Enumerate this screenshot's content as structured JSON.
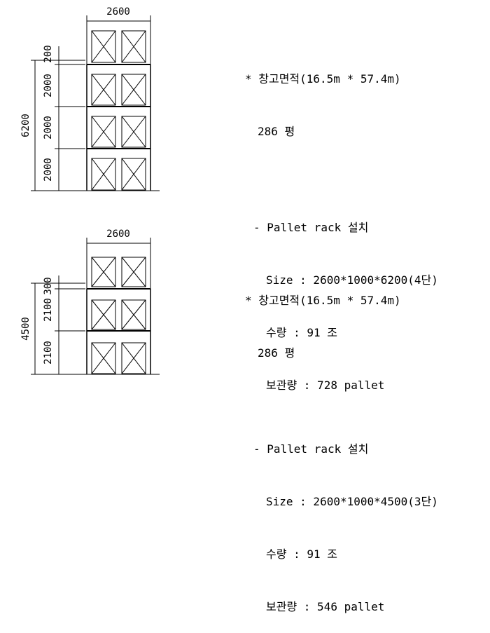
{
  "racks": [
    {
      "width_label": "2600",
      "total_label": "6200",
      "levels": [
        "200",
        "2000",
        "2000",
        "2000"
      ],
      "spec": {
        "area": "* 창고면적(16.5m * 57.4m)",
        "area_pyeong": "286 평",
        "title": "- Pallet rack 설치",
        "size": "Size : 2600*1000*6200(4단)",
        "qty": "수량 : 91 조",
        "storage": "보관량 : 728 pallet"
      }
    },
    {
      "width_label": "2600",
      "total_label": "4500",
      "levels": [
        "300",
        "2100",
        "2100"
      ],
      "spec": {
        "area": "* 창고면적(16.5m * 57.4m)",
        "area_pyeong": "286 평",
        "title": "- Pallet rack 설치",
        "size": "Size : 2600*1000*4500(3단)",
        "qty": "수량 : 91 조",
        "storage": "보관량 : 546 pallet"
      }
    }
  ]
}
